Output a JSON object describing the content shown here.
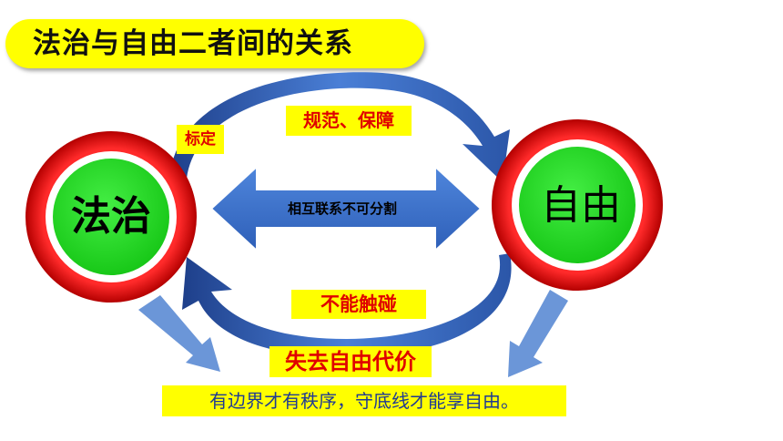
{
  "title": "法治与自由二者间的关系",
  "left_circle": "法治",
  "right_circle": "自由",
  "center_arrow": "相互联系不可分割",
  "top_arc_labels": {
    "left": "标定",
    "right": "规范、保障"
  },
  "bottom_arc_label": "不能触碰",
  "cost_label": "失去自由代价",
  "conclusion": "有边界才有秩序，守底线才能享自由。",
  "colors": {
    "ring_red": "#e00000",
    "circle_green": "#22dd22",
    "arrow_blue": "#3c6dc8",
    "highlight_yellow": "#ffff00",
    "label_red": "#e00000",
    "conclusion_text": "#1f3a93"
  }
}
